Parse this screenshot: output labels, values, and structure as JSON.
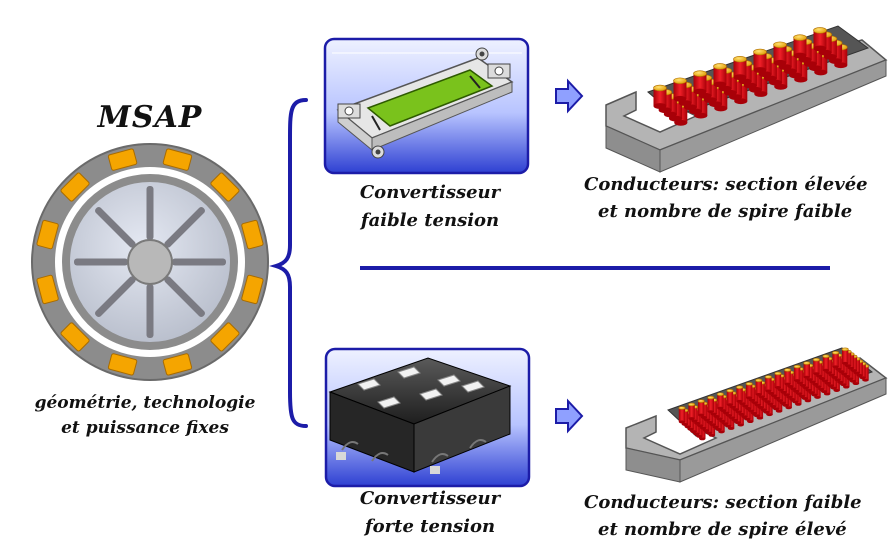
{
  "motor": {
    "title": "MSAP",
    "caption_line1": "géométrie, technologie",
    "caption_line2": "et puissance fixes"
  },
  "low_voltage": {
    "converter_line1": "Convertisseur",
    "converter_line2": "faible tension",
    "conductor_line1": "Conducteurs: section élevée",
    "conductor_line2": "et nombre de spire faible"
  },
  "high_voltage": {
    "converter_line1": "Convertisseur",
    "converter_line2": "forte tension",
    "conductor_line1": "Conducteurs: section faible",
    "conductor_line2": "et nombre de spire élevé"
  },
  "colors": {
    "frame_blue": "#1c1ca8",
    "panel_light": "#c8d2ff",
    "panel_dark": "#2a3cd0",
    "slot_orange": "#f5a500",
    "pcb_green": "#7ac21c",
    "conductor_red": "#e0141c",
    "conductor_yellow": "#f2c21a"
  }
}
